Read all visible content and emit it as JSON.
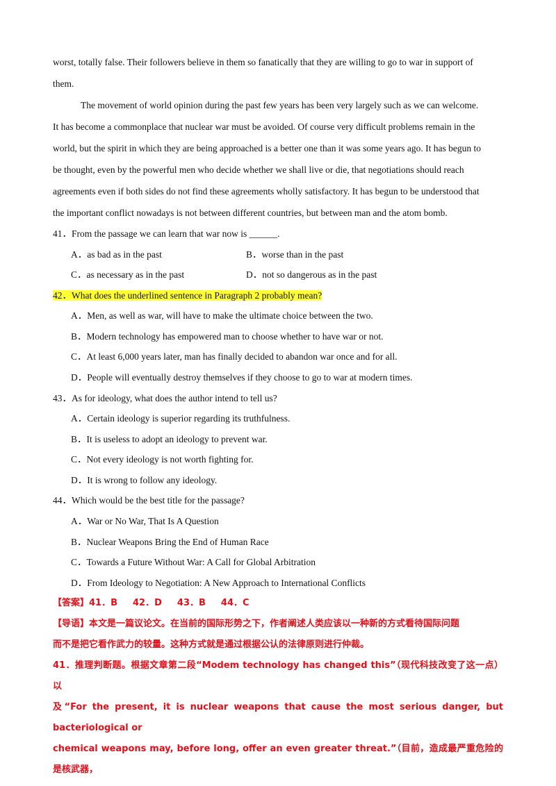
{
  "passage": {
    "p1_tail": [
      "worst, totally false. Their followers believe in them so fanatically that they are willing to go to war in support of",
      "them."
    ],
    "p2": [
      "The movement of world opinion during the past few years has been very largely such as we can welcome.",
      "It has become a commonplace that nuclear war must be avoided. Of course very difficult problems remain in the",
      "world, but the spirit in which they are being approached is a better one than it was some years ago. It has begun to",
      "be thought, even by the powerful men who decide whether we shall live or die, that negotiations should reach",
      "agreements even if both sides do not find these agreements wholly satisfactory. It has begun to be understood that",
      "the important conflict nowadays is not between different countries, but between man and the atom bomb."
    ]
  },
  "questions": [
    {
      "stem": "41．From the passage we can learn that war now is ______.",
      "options": [
        "A．as bad as in the past",
        "B．worse than in the past",
        "C．as necessary as in the past",
        "D．not so dangerous as in the past"
      ]
    },
    {
      "stem": "42．What does the underlined sentence in Paragraph 2 probably mean?",
      "options": [
        "A．Men, as well as war, will have to make the ultimate choice between the two.",
        "B．Modern technology has empowered man to choose whether to have war or not.",
        "C．At least 6,000 years later, man has finally decided to abandon war once and for all.",
        "D．People will eventually destroy themselves if they choose to go to war at modern times."
      ]
    },
    {
      "stem": "43．As for ideology, what does the author intend to tell us?",
      "options": [
        "A．Certain ideology is superior regarding its truthfulness.",
        "B．It is useless to adopt an ideology to prevent war.",
        "C．Not every ideology is not worth fighting for.",
        "D．It is wrong to follow any ideology."
      ]
    },
    {
      "stem": "44．Which would be the best title for the passage?",
      "options": [
        "A．War or No War, That Is A Question",
        "B．Nuclear Weapons Bring the End of Human Race",
        "C．Towards a Future Without War: A Call for Global Arbitration",
        "D．From Ideology to Negotiation: A New Approach to International Conflicts"
      ]
    }
  ],
  "answer": {
    "label": "【答案】",
    "items": [
      "41．B",
      "42．D",
      "43．B",
      "44．C"
    ]
  },
  "guide": [
    "【导语】本文是一篇议论文。在当前的国际形势之下，作者阐述人类应该以一种新的方式看待国际问题",
    "而不是把它看作武力的较量。这种方式就是通过根据公认的法律原则进行仲裁。"
  ],
  "explanation": [
    "41．推理判断题。根据文章第二段“Modem technology has changed this”（现代科技改变了这一点）以",
    "及“For the present, it is nuclear weapons that cause the most serious danger, but bacteriological or",
    "chemical weapons may, before long, offer an even greater threat.”（目前，造成最严重危险的是核武器，"
  ]
}
